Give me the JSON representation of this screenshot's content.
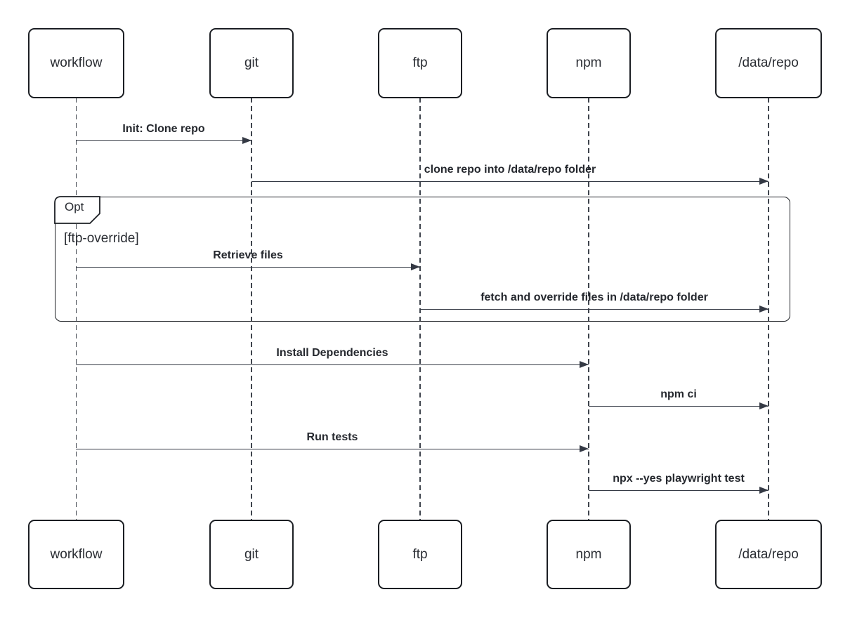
{
  "diagram": {
    "type": "sequence",
    "actors": [
      {
        "id": "workflow",
        "label": "workflow"
      },
      {
        "id": "git",
        "label": "git"
      },
      {
        "id": "ftp",
        "label": "ftp"
      },
      {
        "id": "npm",
        "label": "npm"
      },
      {
        "id": "data-repo",
        "label": "/data/repo"
      }
    ],
    "messages": [
      {
        "from": "workflow",
        "to": "git",
        "label": "Init: Clone repo"
      },
      {
        "from": "git",
        "to": "data-repo",
        "label": "clone repo into /data/repo folder"
      },
      {
        "from": "workflow",
        "to": "ftp",
        "label": "Retrieve files",
        "fragment": "opt"
      },
      {
        "from": "ftp",
        "to": "data-repo",
        "label": "fetch and override files in /data/repo folder",
        "fragment": "opt"
      },
      {
        "from": "workflow",
        "to": "npm",
        "label": "Install Dependencies"
      },
      {
        "from": "npm",
        "to": "data-repo",
        "label": "npm ci"
      },
      {
        "from": "workflow",
        "to": "npm",
        "label": "Run tests"
      },
      {
        "from": "npm",
        "to": "data-repo",
        "label": "npx --yes playwright test"
      }
    ],
    "fragment": {
      "kind": "Opt",
      "condition": "[ftp-override]"
    },
    "colors": {
      "stroke": "#1b1e23",
      "arrow": "#343944",
      "lifeline": "#3f444d",
      "text": "#2a2d33",
      "background": "#ffffff",
      "actor_fill": "#ffffff"
    }
  }
}
